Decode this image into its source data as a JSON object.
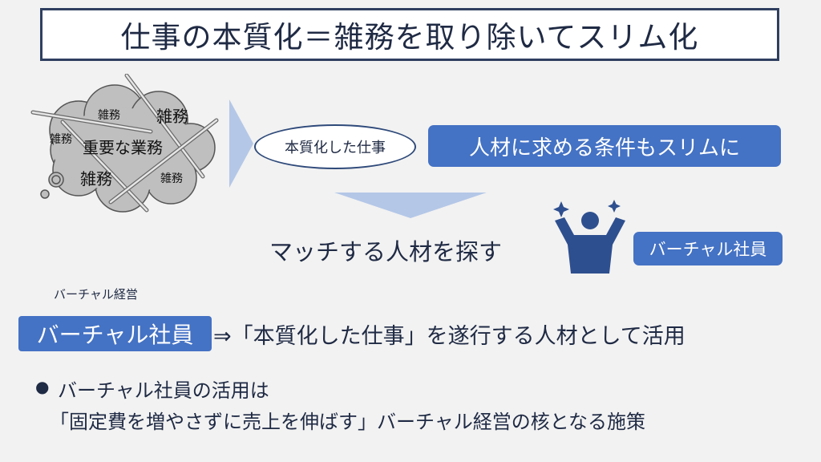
{
  "title": "仕事の本質化＝雑務を取り除いてスリム化",
  "cloud": {
    "words": [
      "雑務",
      "雑務",
      "雑務",
      "重要な業務",
      "雑務",
      "雑務"
    ]
  },
  "essential_work_label": "本質化した仕事",
  "slim_requirements_label": "人材に求める条件もスリムに",
  "search_text": "マッチする人材を探す",
  "virtual_employee_badge": "バーチャル社員",
  "small_caption": "バーチャル経営",
  "main_term": "バーチャル社員",
  "main_definition": "⇒「本質化した仕事」を遂行する人材として活用",
  "bullet": {
    "marker": "●",
    "line1": "バーチャル社員の活用は",
    "line2": "「固定費を増やさずに売上を伸ばす」バーチャル経営の核となる施策"
  },
  "colors": {
    "accent_blue": "#4472c4",
    "arrow_blue": "#b4c7e7",
    "navy": "#2f3f60",
    "cloud_gray": "#bfbfbf"
  },
  "icons": [
    "cloud-icon",
    "right-arrow-icon",
    "down-arrow-icon",
    "success-person-icon"
  ]
}
